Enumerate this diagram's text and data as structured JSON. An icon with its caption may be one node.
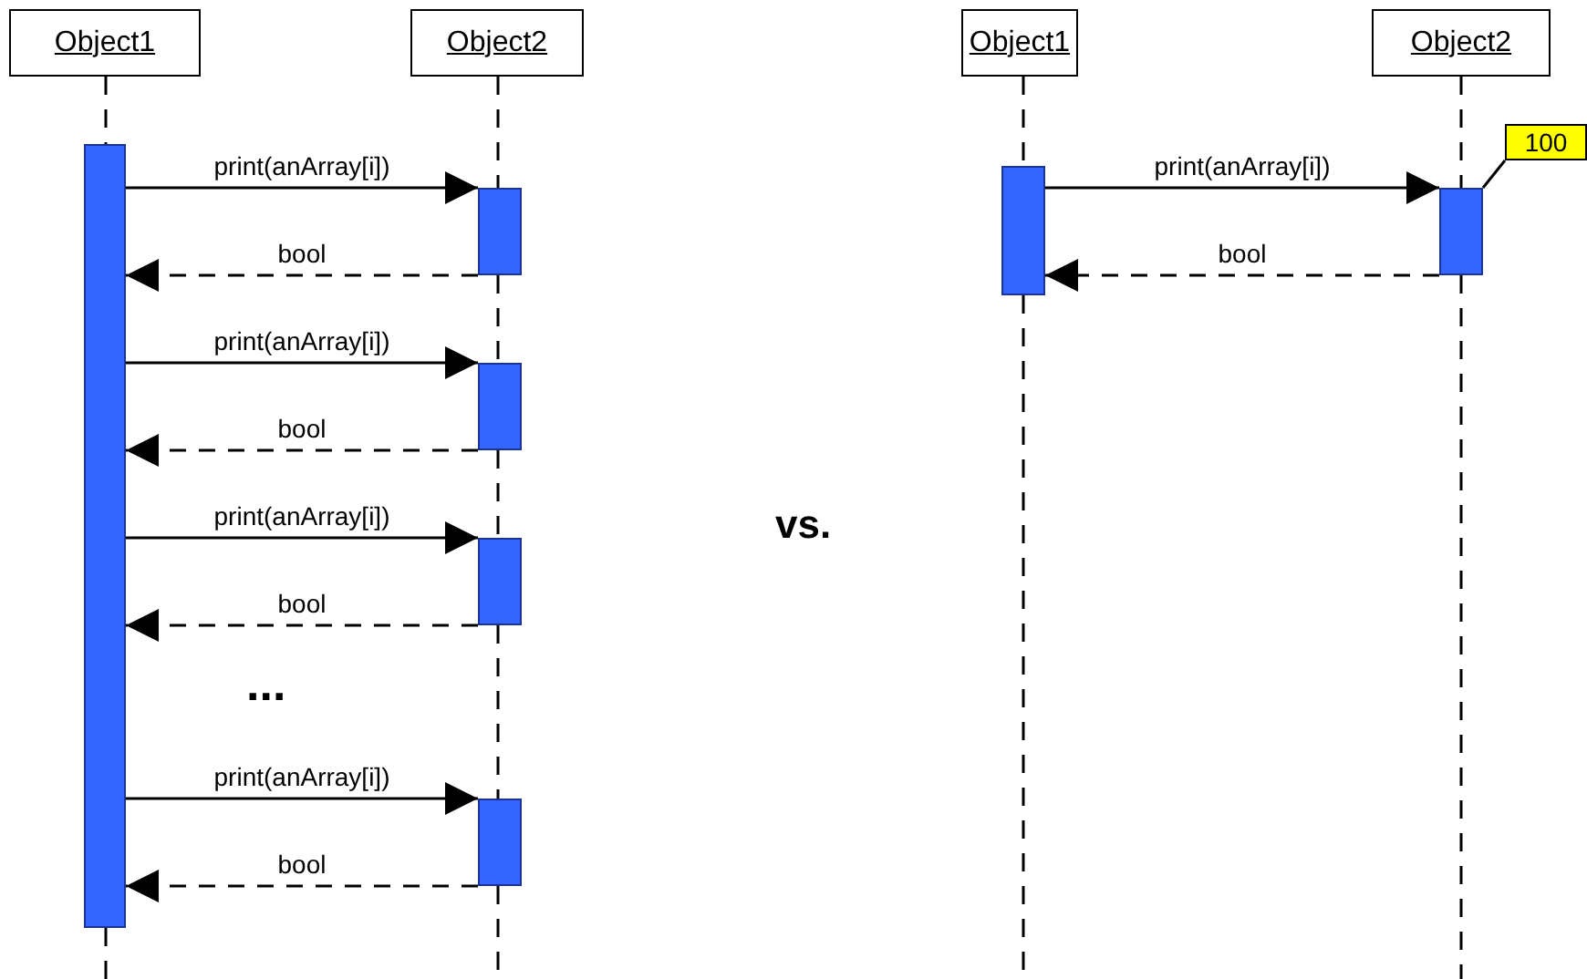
{
  "diagram": {
    "nodes": [
      {
        "text": [
          "Object1"
        ]
      },
      {
        "text": [
          "Object2"
        ]
      },
      {
        "text": [
          "Object1"
        ]
      },
      {
        "text": [
          "Object2"
        ]
      },
      {
        "text": [],
        "shape": "bar"
      },
      {
        "text": [],
        "shape": "bar"
      },
      {
        "text": [],
        "shape": "bar"
      },
      {
        "text": [],
        "shape": "bar"
      },
      {
        "text": [],
        "shape": "bar"
      },
      {
        "text": [],
        "shape": "bar"
      },
      {
        "text": [],
        "shape": "bar"
      },
      {
        "text": [
          "100"
        ]
      }
    ],
    "edges": [
      {
        "from": 4,
        "to": 5,
        "label": "print(anArray[i])",
        "arrow": "to"
      },
      {
        "from": 5,
        "to": 4,
        "label": "bool",
        "arrow": "to",
        "style": "dashed"
      },
      {
        "from": 4,
        "to": 6,
        "label": "print(anArray[i])",
        "arrow": "to"
      },
      {
        "from": 6,
        "to": 4,
        "label": "bool",
        "arrow": "to",
        "style": "dashed"
      },
      {
        "from": 4,
        "to": 7,
        "label": "print(anArray[i])",
        "arrow": "to"
      },
      {
        "from": 7,
        "to": 4,
        "label": "bool",
        "arrow": "to",
        "style": "dashed"
      },
      {
        "from": 4,
        "to": 8,
        "label": "print(anArray[i])",
        "arrow": "to"
      },
      {
        "from": 8,
        "to": 4,
        "label": "bool",
        "arrow": "to",
        "style": "dashed"
      },
      {
        "from": 9,
        "to": 10,
        "label": "print(anArray[i])",
        "arrow": "to"
      },
      {
        "from": 10,
        "to": 9,
        "label": "bool",
        "arrow": "to",
        "style": "dashed"
      },
      {
        "from": 11,
        "to": 10,
        "arrow": "none"
      },
      {
        "from": 0,
        "to": 4,
        "arrow": "none",
        "style": "dashed"
      },
      {
        "from": 4,
        "to": null,
        "arrow": "none",
        "style": "dashed"
      },
      {
        "from": 1,
        "to": 5,
        "arrow": "none",
        "style": "dashed"
      },
      {
        "from": 5,
        "to": 6,
        "arrow": "none",
        "style": "dashed"
      },
      {
        "from": 6,
        "to": 7,
        "arrow": "none",
        "style": "dashed"
      },
      {
        "from": 7,
        "to": 8,
        "arrow": "none",
        "style": "dashed"
      },
      {
        "from": 8,
        "to": null,
        "arrow": "none",
        "style": "dashed"
      },
      {
        "from": 2,
        "to": 9,
        "arrow": "none",
        "style": "dashed"
      },
      {
        "from": 9,
        "to": null,
        "arrow": "none",
        "style": "dashed"
      },
      {
        "from": 3,
        "to": 10,
        "arrow": "none",
        "style": "dashed"
      },
      {
        "from": 10,
        "to": null,
        "arrow": "none",
        "style": "dashed"
      }
    ],
    "labels": [
      "...",
      "vs."
    ]
  }
}
